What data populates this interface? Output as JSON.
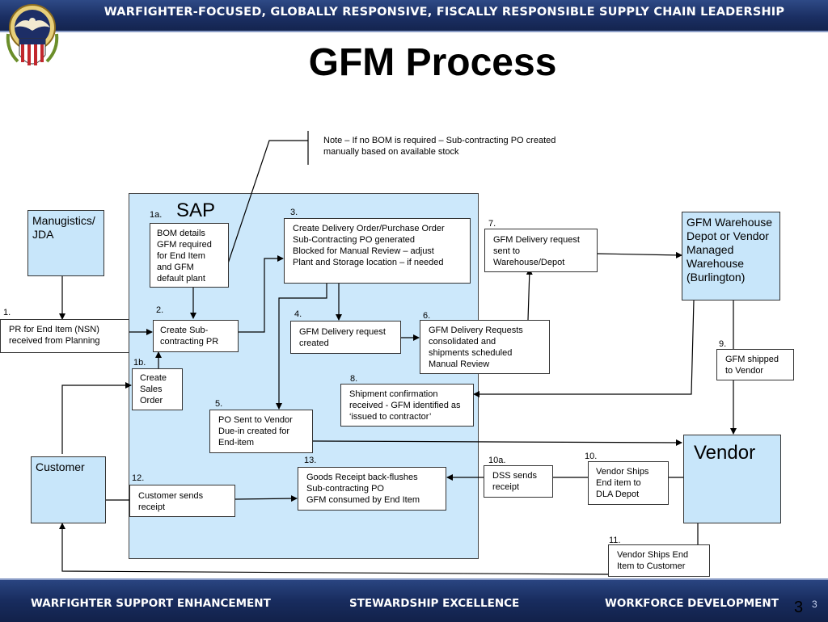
{
  "header": {
    "tagline": "WARFIGHTER-FOCUSED, GLOBALLY RESPONSIVE, FISCALLY RESPONSIBLE SUPPLY CHAIN LEADERSHIP"
  },
  "title": "GFM Process",
  "note": {
    "line1": "Note – If no BOM is required – Sub-contracting PO created",
    "line2": "manually based on available stock"
  },
  "sap_label": "SAP",
  "lanes": {
    "manugistics": [
      "Manugistics/",
      "JDA"
    ],
    "warehouse": [
      "GFM Warehouse",
      "Depot or Vendor",
      "Managed",
      "Warehouse",
      "(Burlington)"
    ],
    "vendor": "Vendor",
    "customer": "Customer"
  },
  "steps": {
    "s1": {
      "num": "1.",
      "lines": [
        "PR  for End Item (NSN)",
        "received from Planning"
      ]
    },
    "s1a": {
      "num": "1a.",
      "lines": [
        "BOM details",
        "GFM required",
        "for End Item",
        "and GFM",
        "default plant"
      ]
    },
    "s1b": {
      "num": "1b.",
      "lines": [
        "Create",
        "Sales",
        "Order"
      ]
    },
    "s2": {
      "num": "2.",
      "lines": [
        "Create Sub-",
        "contracting PR"
      ]
    },
    "s3": {
      "num": "3.",
      "lines": [
        "Create Delivery Order/Purchase Order",
        "Sub-Contracting PO generated",
        "Blocked for Manual Review – adjust",
        "Plant and Storage location – if needed"
      ]
    },
    "s4": {
      "num": "4.",
      "lines": [
        "GFM Delivery request",
        "created"
      ]
    },
    "s5": {
      "num": "5.",
      "lines": [
        "PO Sent to Vendor",
        "Due-in created for",
        "End-item"
      ]
    },
    "s6": {
      "num": "6.",
      "lines": [
        "GFM Delivery Requests",
        "consolidated and",
        "shipments scheduled",
        "Manual Review"
      ]
    },
    "s7": {
      "num": "7.",
      "lines": [
        "GFM Delivery request",
        "sent to",
        "Warehouse/Depot"
      ]
    },
    "s8": {
      "num": "8.",
      "lines": [
        "Shipment confirmation",
        "received - GFM identified as",
        "‘issued to contractor’"
      ]
    },
    "s9": {
      "num": "9.",
      "lines": [
        "GFM shipped",
        "to Vendor"
      ]
    },
    "s10": {
      "num": "10.",
      "lines": [
        "Vendor Ships",
        "End item to",
        "DLA Depot"
      ]
    },
    "s10a": {
      "num": "10a.",
      "lines": [
        "DSS sends",
        "receipt"
      ]
    },
    "s11": {
      "num": "11.",
      "lines": [
        "Vendor Ships End",
        "Item to Customer"
      ]
    },
    "s12": {
      "num": "12.",
      "lines": [
        "Customer sends",
        "receipt"
      ]
    },
    "s13": {
      "num": "13.",
      "lines": [
        "Goods Receipt back-flushes",
        "Sub-contracting PO",
        "GFM consumed by End Item"
      ]
    }
  },
  "footer": {
    "left": "WARFIGHTER SUPPORT ENHANCEMENT",
    "center": "STEWARDSHIP EXCELLENCE",
    "right": "WORKFORCE DEVELOPMENT",
    "page": "3"
  },
  "colors": {
    "sap_fill": "#cce8fb",
    "lane_fill": "#c8e6fa",
    "bar": "#1b2f63"
  }
}
